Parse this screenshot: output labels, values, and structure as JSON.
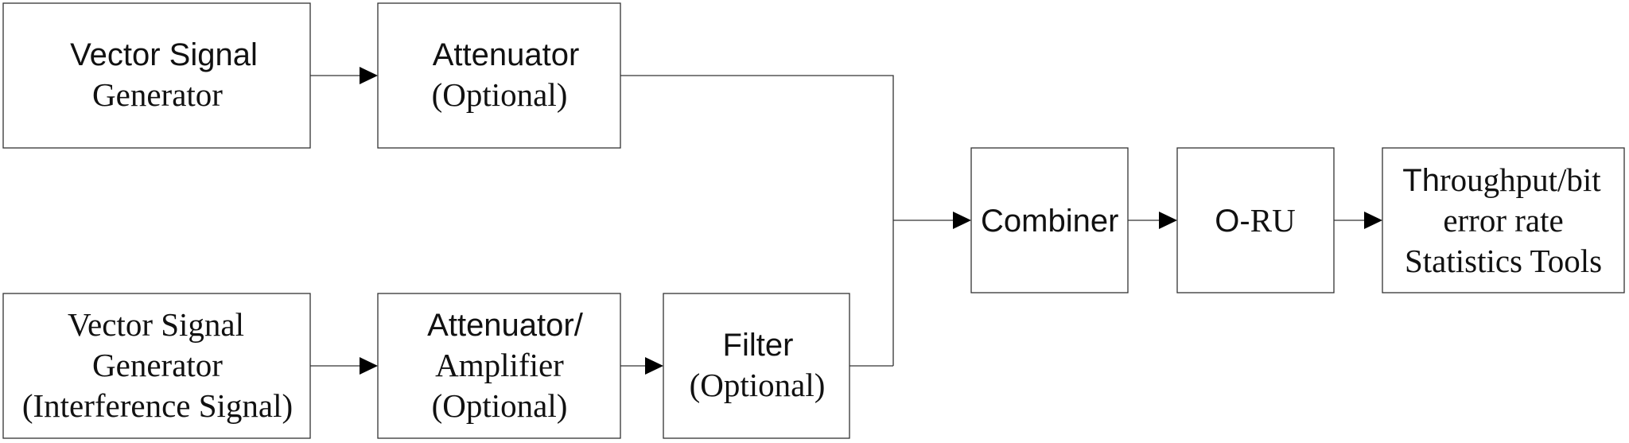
{
  "blocks": {
    "vsg": {
      "line1": "Vector Signal",
      "line2": "Generator"
    },
    "attenuator": {
      "line1": "Attenuator",
      "line2": "(Optional)"
    },
    "vsg_interference": {
      "line1": "Vector Signal",
      "line2": "Generator",
      "line3": "(Interference Signal)"
    },
    "attenuator_amplifier": {
      "line1": "Attenuator/",
      "line2": "Amplifier",
      "line3": "(Optional)"
    },
    "filter": {
      "line1": "Filter",
      "line2": "(Optional)"
    },
    "combiner": {
      "line1": "Combiner"
    },
    "oru": {
      "prefix": "O-",
      "suffix": "RU"
    },
    "stats": {
      "prefix": "Th",
      "line1_rest": "roughput/bit",
      "line2": "error rate",
      "line3": "Statistics Tools"
    }
  },
  "colors": {
    "stroke": "#333333",
    "arrowhead": "#000000",
    "text": "#111111"
  }
}
